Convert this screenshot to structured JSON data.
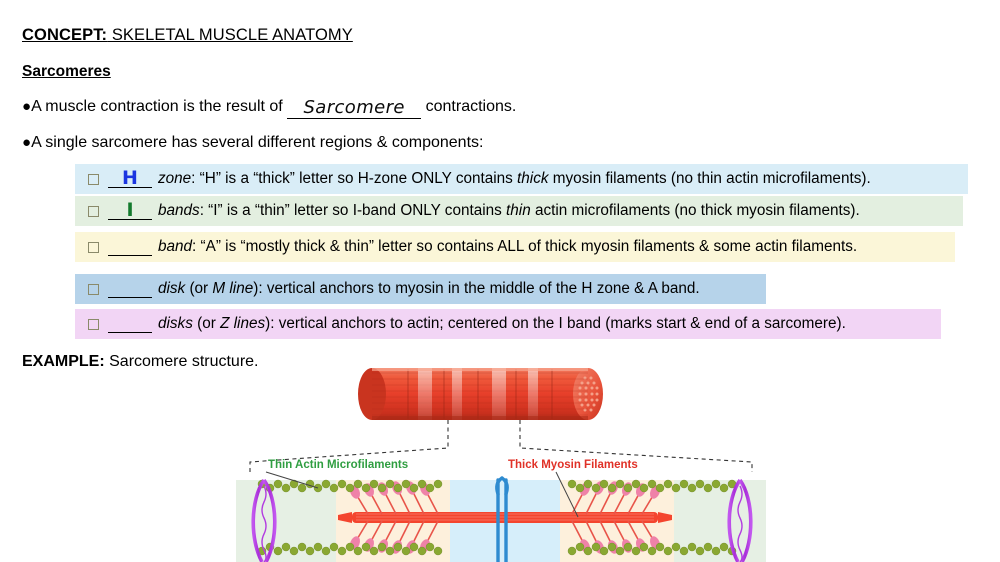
{
  "header": {
    "concept_label": "CONCEPT:",
    "concept_title": " SKELETAL MUSCLE ANATOMY",
    "subheading": "Sarcomeres"
  },
  "bullets": [
    {
      "marker": "●",
      "text_before": "A muscle contraction is the result of ",
      "handwritten_answer": "Sarcomere",
      "text_after": " contractions."
    },
    {
      "marker": "●",
      "text_before": "A single sarcomere has several different regions & components:",
      "handwritten_answer": "",
      "text_after": ""
    }
  ],
  "rows": [
    {
      "id": "row-h",
      "answer": "H",
      "answer_color": "#1b35e0",
      "highlight": "#d9edf7",
      "term": "zone",
      "text": ": “H” is a “thick” letter so H-zone ONLY contains ",
      "emphasis": "thick",
      "text_end": " myosin filaments (no thin actin microfilaments)."
    },
    {
      "id": "row-i",
      "answer": "I",
      "answer_color": "#137a2d",
      "highlight": "#e3efe0",
      "term": "bands",
      "text": ": “I” is a “thin” letter so I-band ONLY contains ",
      "emphasis": "thin",
      "text_end": " actin microfilaments (no thick myosin filaments)."
    },
    {
      "id": "row-a",
      "answer": "",
      "answer_color": "#000000",
      "highlight": "#fbf6d8",
      "term": "band",
      "text": ": “A” is “mostly thick & thin” letter so contains ALL of thick myosin filaments & some actin filaments.",
      "emphasis": "",
      "text_end": ""
    },
    {
      "id": "row-m",
      "answer": "",
      "answer_color": "#000000",
      "highlight": "#b6d3ea",
      "term": "disk",
      "text": " (or ",
      "emphasis": "M line",
      "text_end": "): vertical anchors to myosin in the middle of the H zone & A band."
    },
    {
      "id": "row-z",
      "answer": "",
      "answer_color": "#000000",
      "highlight": "#f2d5f5",
      "term": "disks",
      "text": " (or ",
      "emphasis": "Z lines",
      "text_end": "): vertical anchors to actin; centered on the I band (marks start & end of a sarcomere)."
    }
  ],
  "example": {
    "label": "EXAMPLE:",
    "text": " Sarcomere structure."
  },
  "diagram": {
    "label_actin": "Thin Actin Microfilaments",
    "label_myosin": "Thick Myosin Filaments",
    "color_actin_label": "#2f9e41",
    "color_myosin_label": "#e03127",
    "color_fiber": "#e8402b",
    "color_zdisk": "#b23ce0",
    "color_mline": "#2e8bd0",
    "color_actin": "#8aa832",
    "color_myosin": "#f0526b",
    "band_i_color": "#e6f0e4",
    "band_a_color": "#fdf0dc",
    "band_h_color": "#d6eefa"
  }
}
